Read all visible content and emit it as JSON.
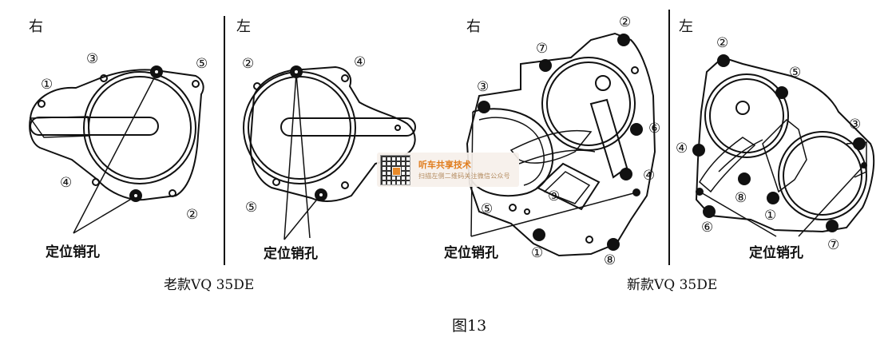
{
  "panels": {
    "old_right": {
      "side": "右",
      "pin_label": "定位销孔",
      "numbers": [
        "①",
        "②",
        "③",
        "④",
        "⑤"
      ]
    },
    "old_left": {
      "side": "左",
      "pin_label": "定位销孔",
      "numbers": [
        "②",
        "④",
        "⑤"
      ]
    },
    "new_right": {
      "side": "右",
      "pin_label": "定位销孔",
      "numbers": [
        "①",
        "②",
        "③",
        "④",
        "⑤",
        "⑥",
        "⑦",
        "⑧",
        "⑨"
      ]
    },
    "new_left": {
      "side": "左",
      "pin_label": "定位销孔",
      "numbers": [
        "①",
        "②",
        "③",
        "④",
        "⑤",
        "⑥",
        "⑦",
        "⑧"
      ]
    }
  },
  "captions": {
    "old": "老款VQ 35DE",
    "new": "新款VQ 35DE"
  },
  "figure_label": "图13",
  "watermark": {
    "title": "听车共享技术",
    "subtitle": "扫描左侧二维码关注微信公众号"
  },
  "colors": {
    "line": "#111111",
    "watermark_accent": "#e07c1c"
  }
}
